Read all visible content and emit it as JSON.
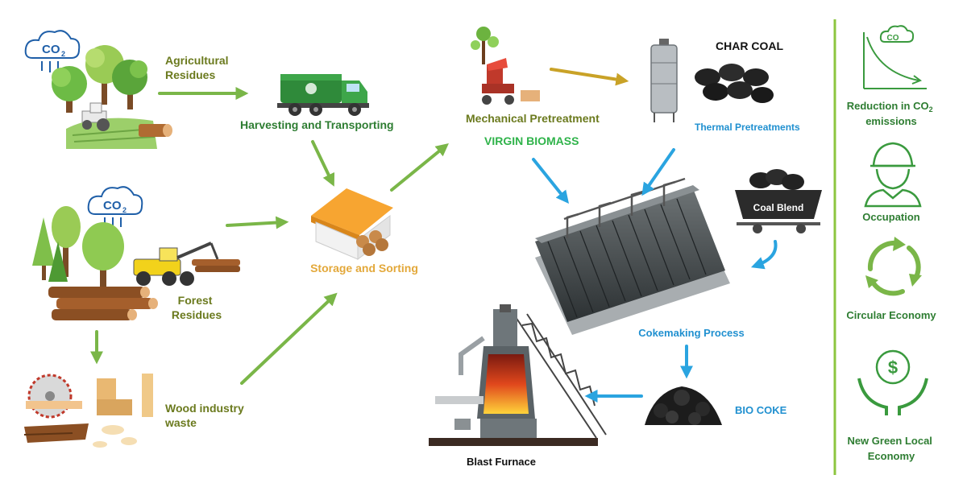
{
  "colors": {
    "green_arrow": "#7ab648",
    "blue_arrow": "#2aa4e0",
    "gold_arrow": "#c9a227",
    "olive_text": "#6b7a1e",
    "dark_green_text": "#2e7d32",
    "orange_text": "#e3a83a",
    "blue_text": "#2090d0",
    "bright_green_text": "#2fb34a",
    "icon_green": "#3a9a3e",
    "divider": "#8cc63f"
  },
  "labels": {
    "agricultural_residues": [
      "Agricultural",
      "Residues"
    ],
    "harvesting_transporting": "Harvesting and Transporting",
    "forest_residues": [
      "Forest",
      "Residues"
    ],
    "wood_industry_waste": [
      "Wood industry",
      "waste"
    ],
    "storage_sorting": "Storage and Sorting",
    "mechanical_pretreatment": "Mechanical Pretreatment",
    "virgin_biomass": "VIRGIN BIOMASS",
    "char_coal": "CHAR COAL",
    "thermal_pretreatments": "Thermal Pretreatments",
    "coal_blend": "Coal Blend",
    "cokemaking_process": "Cokemaking Process",
    "bio_coke": "BIO COKE",
    "blast_furnace": "Blast Furnace",
    "co2": "CO",
    "co2_sub": "2"
  },
  "benefits": {
    "reduction": {
      "line1": "Reduction in CO",
      "sub": "2",
      "line2": "emissions",
      "icon": "co2-reduction-chart-icon"
    },
    "occupation": {
      "label": "Occupation",
      "icon": "worker-icon"
    },
    "circular": {
      "label": "Circular Economy",
      "icon": "recycle-icon"
    },
    "green_local": {
      "line1": "New Green Local",
      "line2": "Economy",
      "icon": "money-hands-icon"
    }
  }
}
